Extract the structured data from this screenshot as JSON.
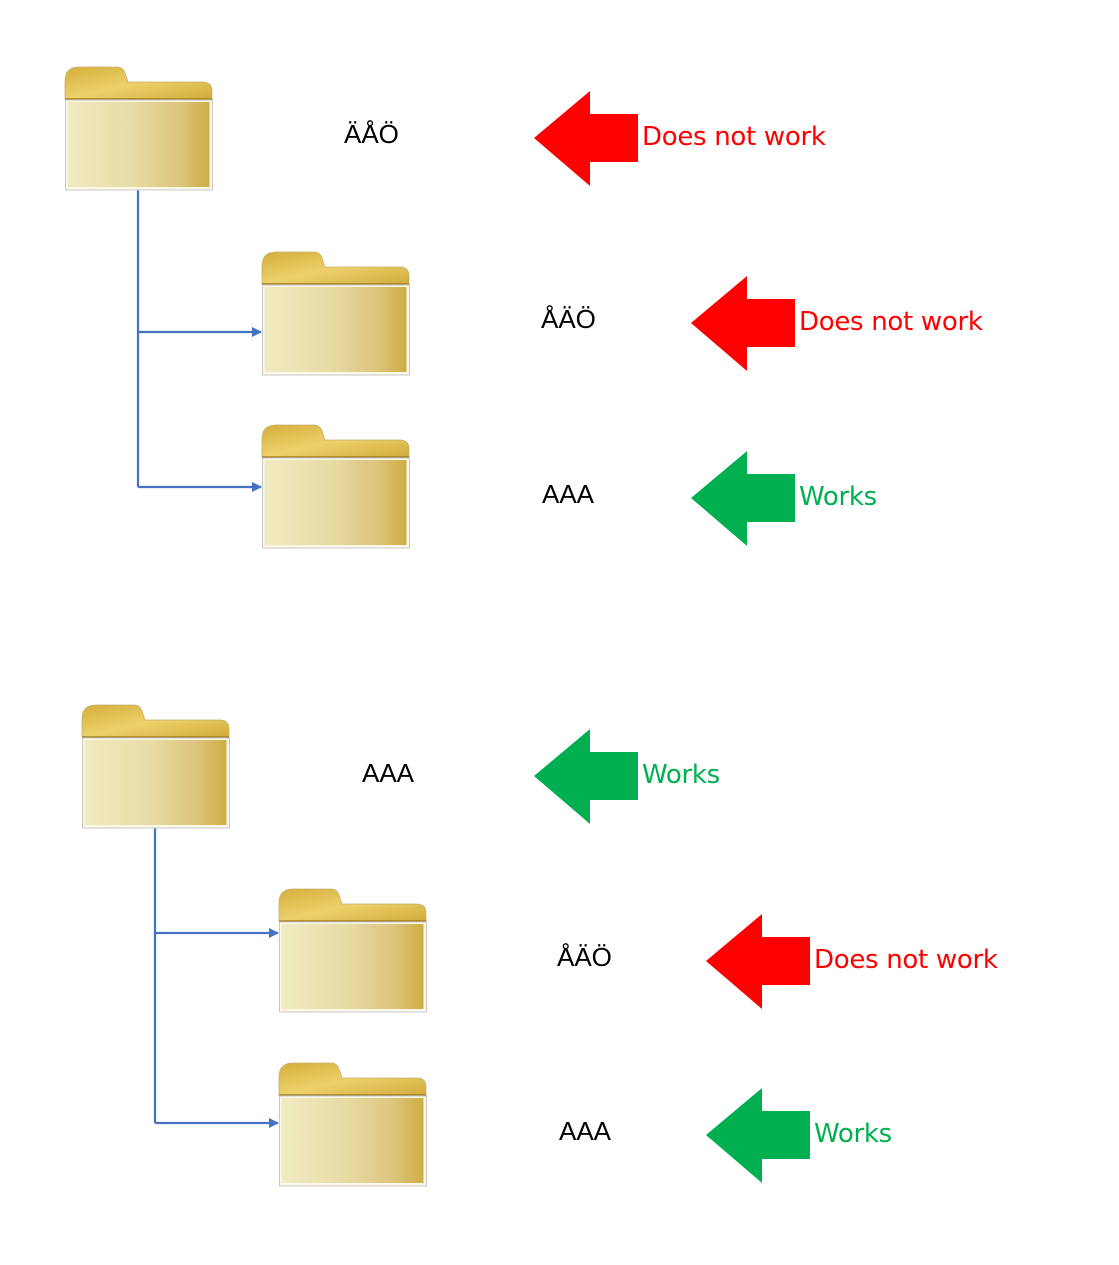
{
  "colors": {
    "fail": "#ff0000",
    "ok": "#00b050",
    "connector": "#4472c4"
  },
  "groups": [
    {
      "folders": [
        {
          "role": "root",
          "name": "ÄÅÖ",
          "status": "fail",
          "status_label": "Does not work"
        },
        {
          "role": "child",
          "name": "ÅÄÖ",
          "status": "fail",
          "status_label": "Does not work"
        },
        {
          "role": "child",
          "name": "AAA",
          "status": "ok",
          "status_label": "Works"
        }
      ]
    },
    {
      "folders": [
        {
          "role": "root",
          "name": "AAA",
          "status": "ok",
          "status_label": "Works"
        },
        {
          "role": "child",
          "name": "ÅÄÖ",
          "status": "fail",
          "status_label": "Does not work"
        },
        {
          "role": "child",
          "name": "AAA",
          "status": "ok",
          "status_label": "Works"
        }
      ]
    }
  ]
}
